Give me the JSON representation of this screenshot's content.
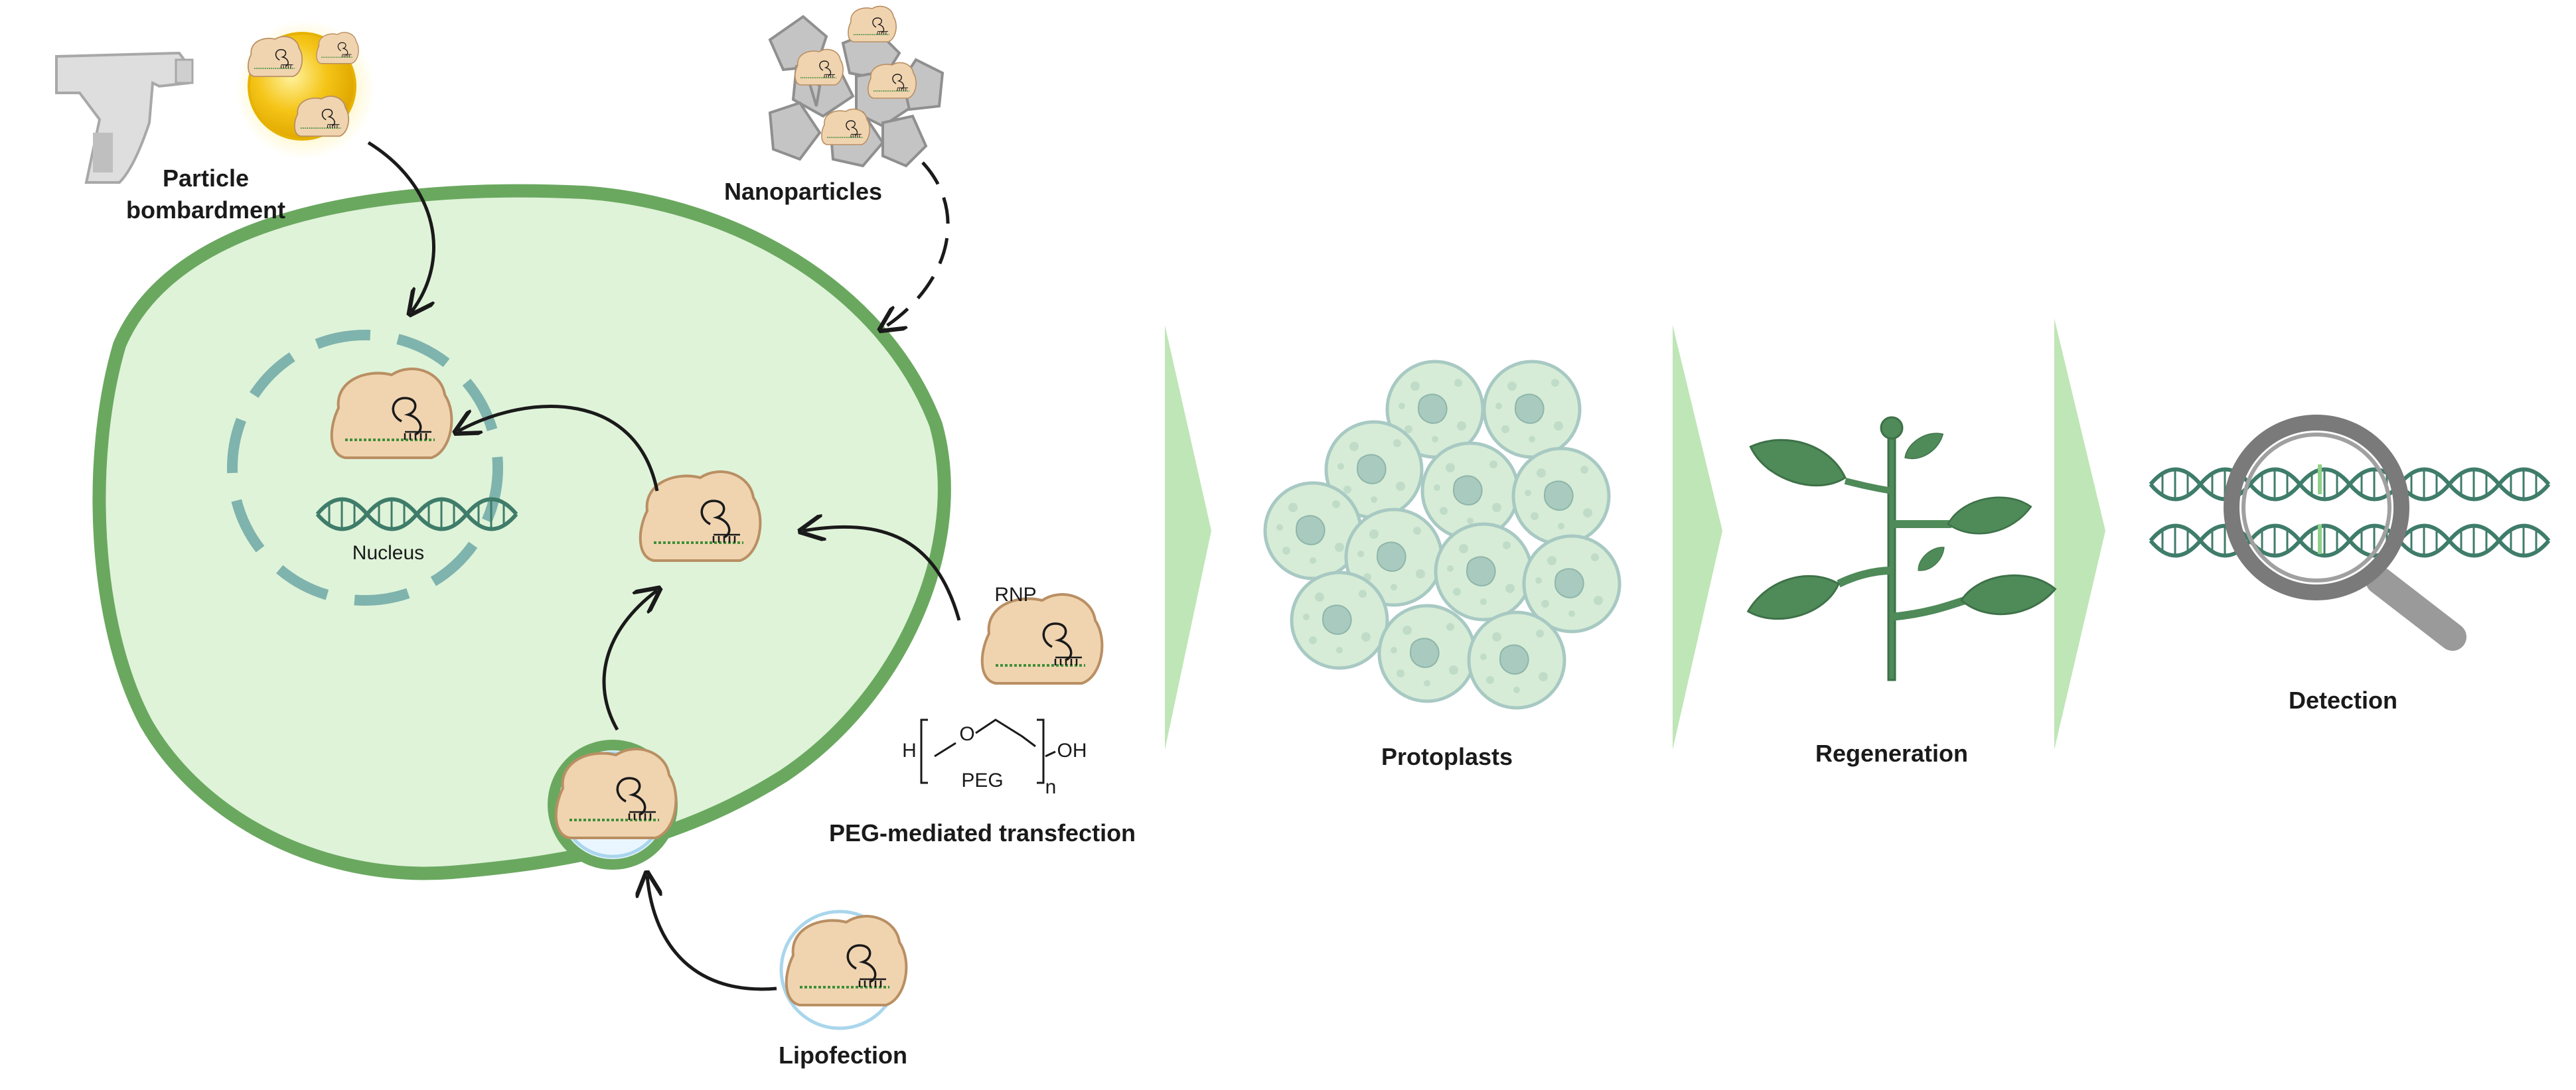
{
  "labels": {
    "particle_bombardment_line1": "Particle",
    "particle_bombardment_line2": "bombardment",
    "nanoparticles": "Nanoparticles",
    "nucleus": "Nucleus",
    "rnp": "RNP",
    "peg_mediated": "PEG-mediated transfection",
    "lipofection": "Lipofection",
    "protoplasts": "Protoplasts",
    "regeneration": "Regeneration",
    "detection": "Detection"
  },
  "peg_formula": {
    "h": "H",
    "o": "O",
    "oh": "OH",
    "peg": "PEG",
    "n": "n"
  },
  "colors": {
    "cell_fill": "#dff3d9",
    "cell_border": "#6aa85f",
    "nucleus_border": "#7fb3ad",
    "rnp_fill": "#f0d4b0",
    "rnp_border": "#b98f63",
    "guide_green": "#3f8f3a",
    "arrow": "#1a1a1a",
    "chevron": "#bfe6b6",
    "protoplast_fill": "#d6ecd6",
    "protoplast_border": "#a8c9c3",
    "plant": "#4f8a59",
    "dna": "#3f7c6a",
    "magnifier": "#8a8a8a"
  },
  "icons": [
    "gene-gun-icon",
    "gold-particle-icon",
    "nanoparticle-cluster-icon",
    "rnp-icon",
    "dna-icon",
    "plant-icon",
    "magnifier-icon"
  ]
}
